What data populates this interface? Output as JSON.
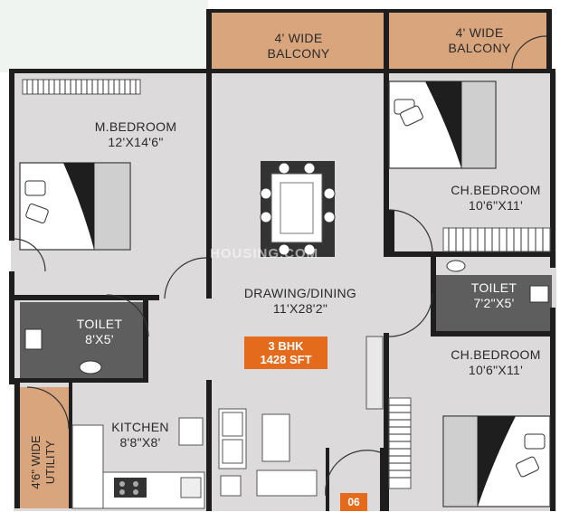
{
  "rooms": {
    "balcony_left": {
      "line1": "4' WIDE",
      "line2": "BALCONY"
    },
    "balcony_right": {
      "line1": "4' WIDE",
      "line2": "BALCONY"
    },
    "master_bedroom": {
      "name": "M.BEDROOM",
      "size": "12'X14'6\""
    },
    "child_bedroom_top": {
      "name": "CH.BEDROOM",
      "size": "10'6\"X11'"
    },
    "drawing_dining": {
      "name": "DRAWING/DINING",
      "size": "11'X28'2\""
    },
    "toilet_left": {
      "name": "TOILET",
      "size": "8'X5'"
    },
    "toilet_right": {
      "name": "TOILET",
      "size": "7'2\"X5'"
    },
    "child_bedroom_bottom": {
      "name": "CH.BEDROOM",
      "size": "10'6\"X11'"
    },
    "kitchen": {
      "name": "KITCHEN",
      "size": "8'8\"X8'"
    },
    "utility": {
      "line1": "4'6\" WIDE",
      "line2": "UTILITY"
    }
  },
  "badge": {
    "line1": "3 BHK",
    "line2": "1428 SFT"
  },
  "unit_number": "06",
  "watermark": "HOUSING.COM",
  "colors": {
    "floor": "#dcdada",
    "wall": "#1e1e1e",
    "balcony": "#d9a57c",
    "toilet": "#5e5e5e",
    "badge": "#e46a1c",
    "background": "#ffffff"
  }
}
